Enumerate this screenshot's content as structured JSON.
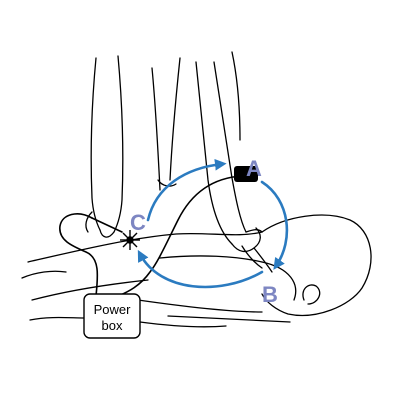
{
  "labels": {
    "point_a": "A",
    "point_b": "B",
    "point_c": "C",
    "power_box_line1": "Power",
    "power_box_line2": "box"
  },
  "colors": {
    "cycle_arrows": "#2b7bc0",
    "point_labels": "#7d86c2",
    "outline": "#000000",
    "background": "#ffffff"
  },
  "icons": [
    "electrode-pad-icon",
    "spark-icon",
    "arrowhead-icon"
  ]
}
